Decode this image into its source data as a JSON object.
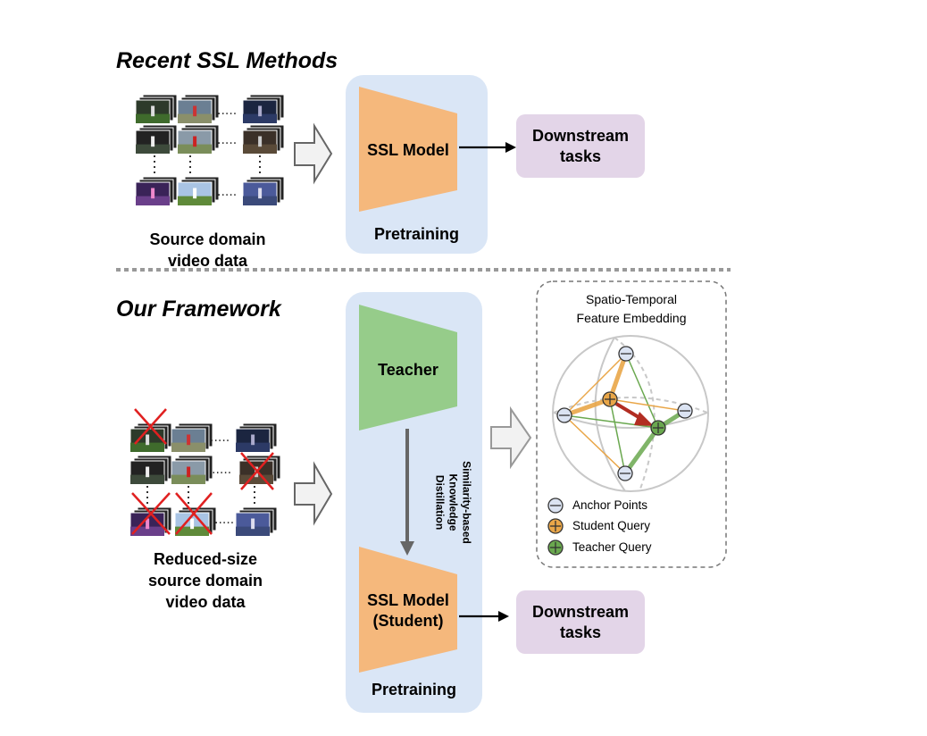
{
  "top": {
    "title": "Recent SSL Methods",
    "source_label_line1": "Source domain",
    "source_label_line2": "video data",
    "model_label": "SSL Model",
    "panel_label": "Pretraining",
    "downstream_line1": "Downstream",
    "downstream_line2": "tasks"
  },
  "bottom": {
    "title": "Our Framework",
    "source_label_line1": "Reduced-size",
    "source_label_line2": "source domain",
    "source_label_line3": "video data",
    "teacher_label": "Teacher",
    "distill_line1": "Similarity-based",
    "distill_line2": "Knowledge",
    "distill_line3": "Distillation",
    "student_line1": "SSL Model",
    "student_line2": "(Student)",
    "panel_label": "Pretraining",
    "downstream_line1": "Downstream",
    "downstream_line2": "tasks"
  },
  "embedding": {
    "title_line1": "Spatio-Temporal",
    "title_line2": "Feature Embedding",
    "legend": {
      "anchor": "Anchor Points",
      "student": "Student Query",
      "teacher": "Teacher Query"
    }
  },
  "colors": {
    "panel": "#dae6f6",
    "model_orange": "#f5b87c",
    "teacher_green": "#96cc8a",
    "downstream": "#e3d5e8",
    "student_marker": "#e9a648",
    "teacher_marker": "#6aa84f",
    "arrow_red": "#b22d22",
    "cross_red": "#e02020"
  }
}
